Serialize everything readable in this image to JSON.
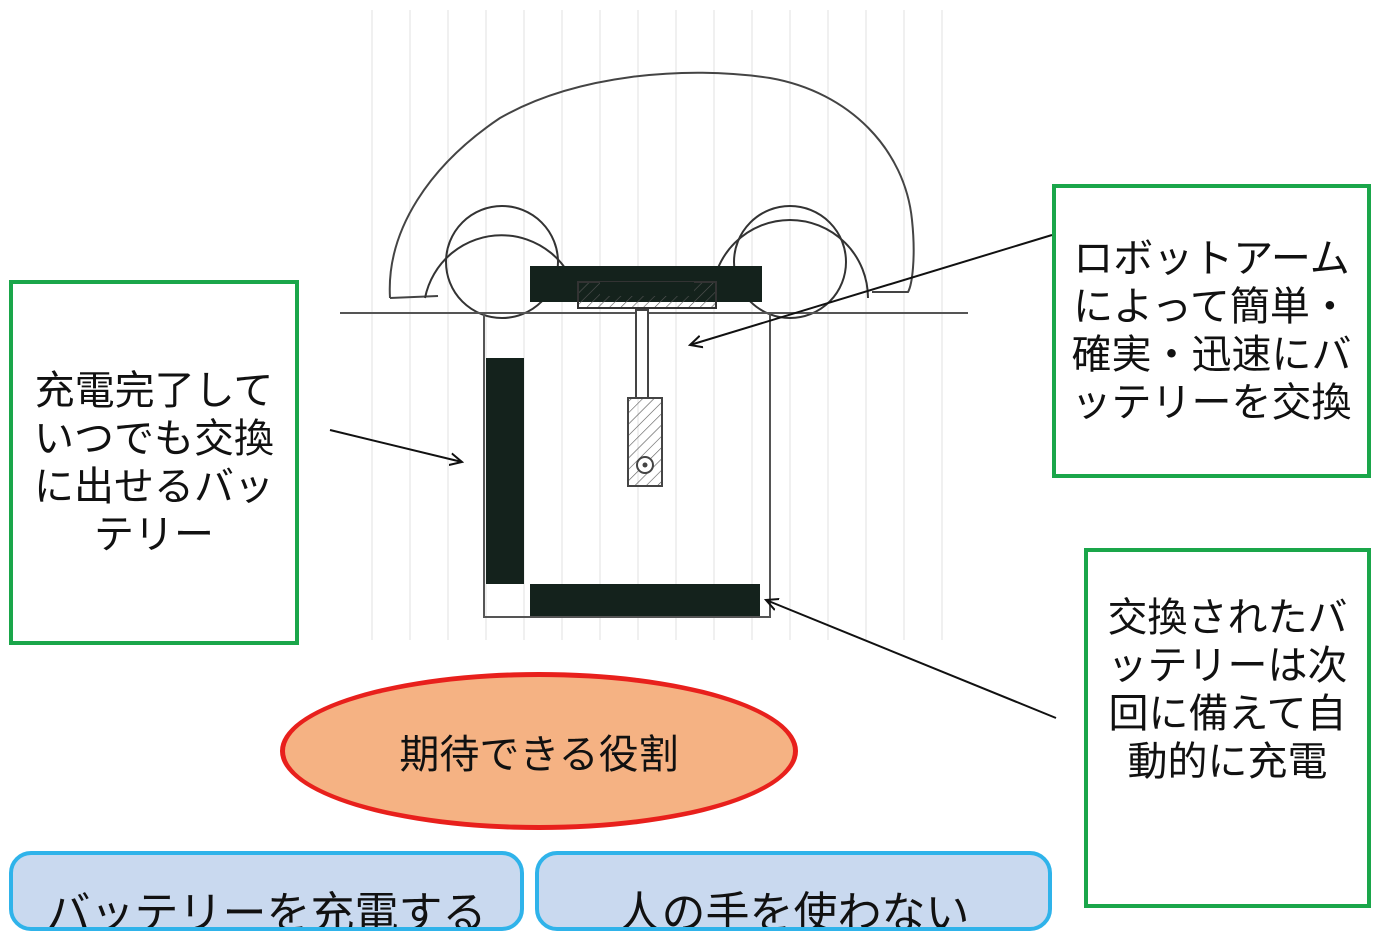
{
  "callouts": {
    "left": "充電完了していつでも交換に出せるバッテリー",
    "right_top": "ロボットアームによって簡単・確実・迅速にバッテリーを交換",
    "right_bottom": "交換されたバッテリーは次回に備えて自動的に充電"
  },
  "ellipse": {
    "label": "期待できる役割"
  },
  "bottom_boxes": [
    {
      "label": "バッテリーを充電する"
    },
    {
      "label": "人の手を使わない"
    }
  ],
  "colors": {
    "callout_border": "#1aa64a",
    "ellipse_fill": "#f5b283",
    "ellipse_border": "#e8201c",
    "bottom_box_fill": "#c9d9ef",
    "bottom_box_border": "#2fb3ea",
    "battery_fill": "#14221c"
  }
}
